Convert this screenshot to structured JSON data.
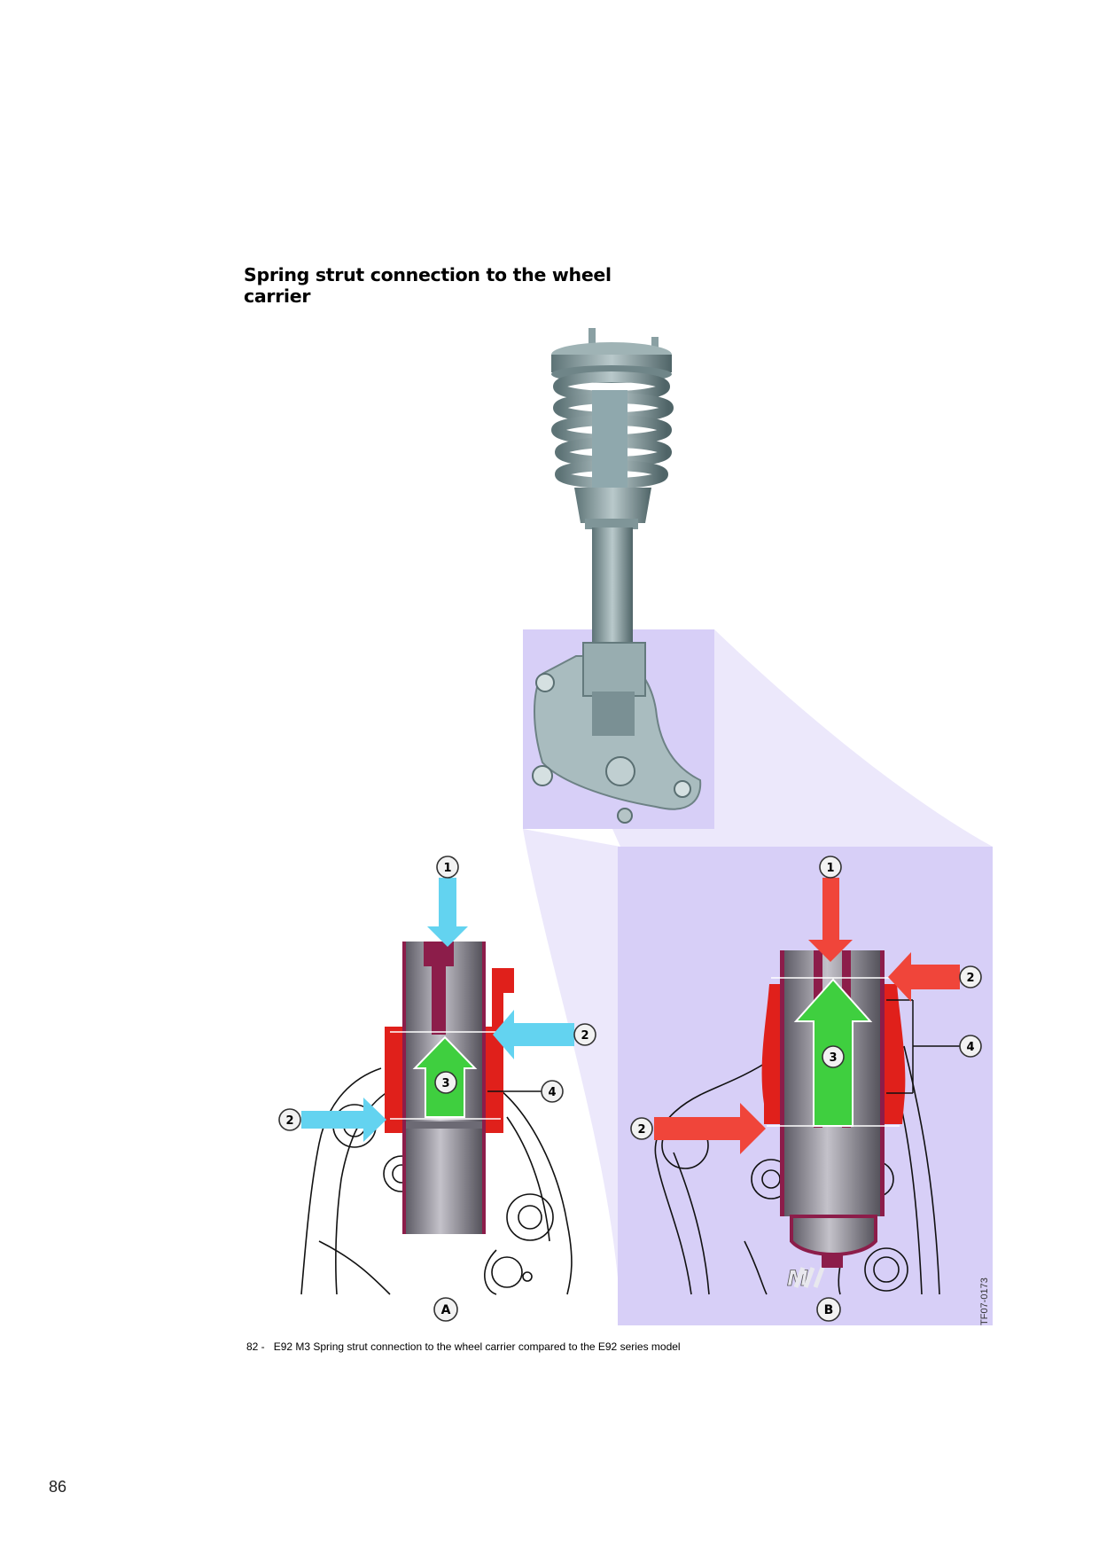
{
  "heading": "Spring strut connection to the wheel carrier",
  "caption": {
    "number": "82 -",
    "text": "E92 M3 Spring strut connection to the wheel carrier compared to the E92 series model"
  },
  "page_number": "86",
  "reference_code": "TF07-0173",
  "view_labels": {
    "a": "A",
    "b": "B"
  },
  "callouts": {
    "a": [
      "1",
      "2",
      "2",
      "3",
      "4"
    ],
    "b": [
      "1",
      "2",
      "2",
      "3",
      "4"
    ]
  },
  "logo_text": "M",
  "colors": {
    "highlight": "#d7cff7",
    "red": "#e0201b",
    "blue_arrow": "#63d3f0",
    "red_arrow": "#f0453a",
    "green_arrow": "#3fcf3f",
    "tube": "#8a8894",
    "magenta": "#8c1d4a"
  }
}
